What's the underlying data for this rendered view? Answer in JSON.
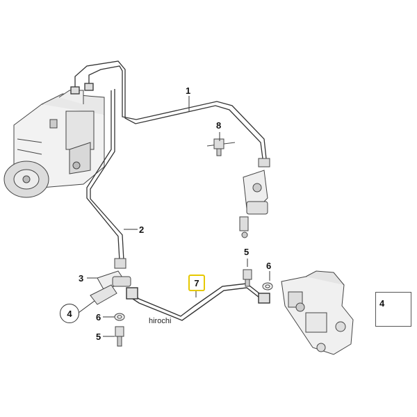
{
  "diagram": {
    "callouts": {
      "c1": "1",
      "c2": "2",
      "c3": "3",
      "c4_circled": "4",
      "c4_inset": "4",
      "c5_upper": "5",
      "c5_lower": "5",
      "c6_upper": "6",
      "c6_lower": "6",
      "c7_highlight": "7",
      "c8": "8"
    },
    "watermark": "hirochi",
    "highlight_color": "#e6c800",
    "line_color": "#333333"
  }
}
